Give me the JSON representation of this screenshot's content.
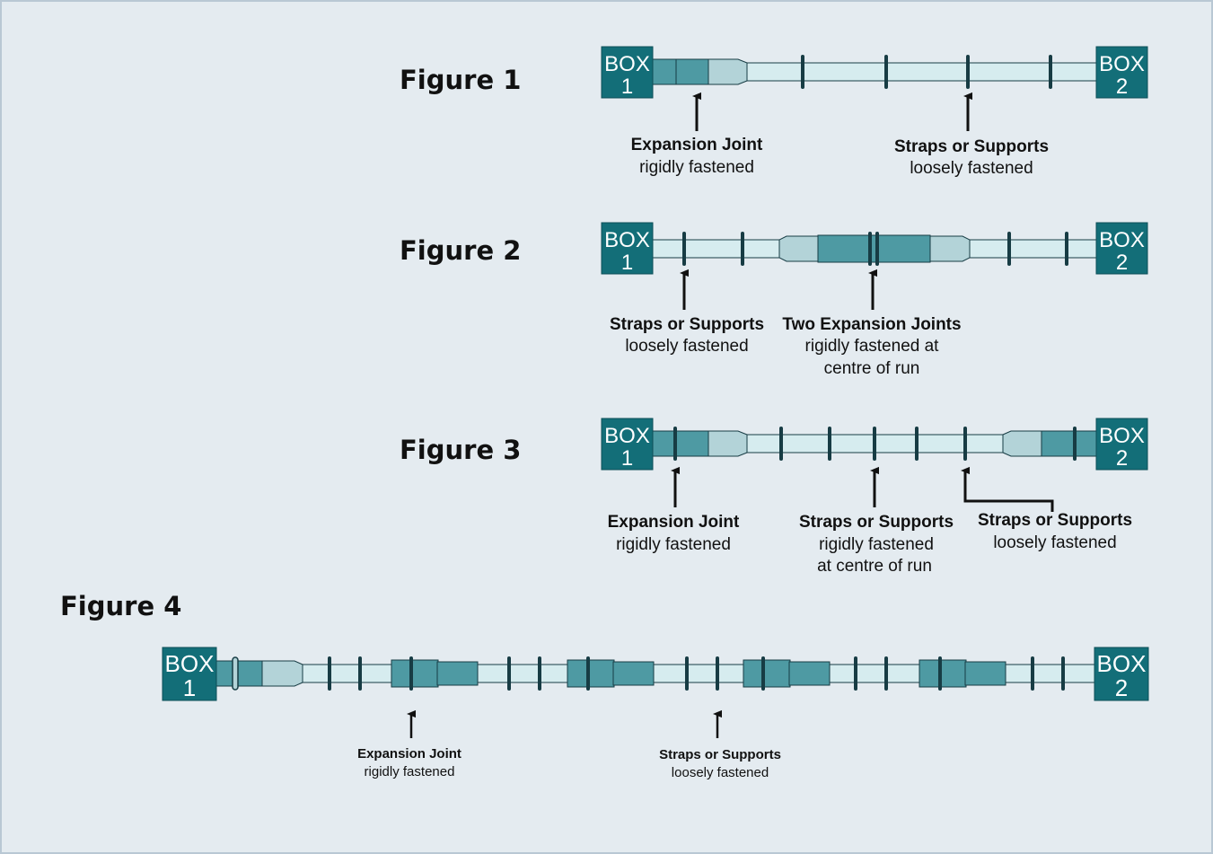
{
  "colors": {
    "background": "#e4ebf0",
    "border": "#b9c8d4",
    "box": "#136e78",
    "pipe": "#d6ecef",
    "coupling_dark": "#4e9aa3",
    "coupling_light": "#b3d3d8",
    "strap": "#173c44"
  },
  "figures": [
    {
      "title": "Figure 1",
      "box_left": {
        "line1": "BOX",
        "line2": "1"
      },
      "box_right": {
        "line1": "BOX",
        "line2": "2"
      },
      "callouts": [
        {
          "bold": "Expansion Joint",
          "lines": [
            "rigidly fastened"
          ]
        },
        {
          "bold": "Straps or Supports",
          "lines": [
            "loosely fastened"
          ]
        }
      ]
    },
    {
      "title": "Figure 2",
      "box_left": {
        "line1": "BOX",
        "line2": "1"
      },
      "box_right": {
        "line1": "BOX",
        "line2": "2"
      },
      "callouts": [
        {
          "bold": "Straps or Supports",
          "lines": [
            "loosely fastened"
          ]
        },
        {
          "bold": "Two Expansion Joints",
          "lines": [
            "rigidly fastened at",
            "centre of run"
          ]
        }
      ]
    },
    {
      "title": "Figure 3",
      "box_left": {
        "line1": "BOX",
        "line2": "1"
      },
      "box_right": {
        "line1": "BOX",
        "line2": "2"
      },
      "callouts": [
        {
          "bold": "Expansion Joint",
          "lines": [
            "rigidly fastened"
          ]
        },
        {
          "bold": "Straps or Supports",
          "lines": [
            "rigidly fastened",
            "at centre of run"
          ]
        },
        {
          "bold": "Straps or Supports",
          "lines": [
            "loosely fastened"
          ]
        }
      ]
    },
    {
      "title": "Figure 4",
      "box_left": {
        "line1": "BOX",
        "line2": "1"
      },
      "box_right": {
        "line1": "BOX",
        "line2": "2"
      },
      "callouts": [
        {
          "bold": "Expansion Joint",
          "lines": [
            "rigidly fastened"
          ]
        },
        {
          "bold": "Straps or Supports",
          "lines": [
            "loosely fastened"
          ]
        }
      ]
    }
  ]
}
